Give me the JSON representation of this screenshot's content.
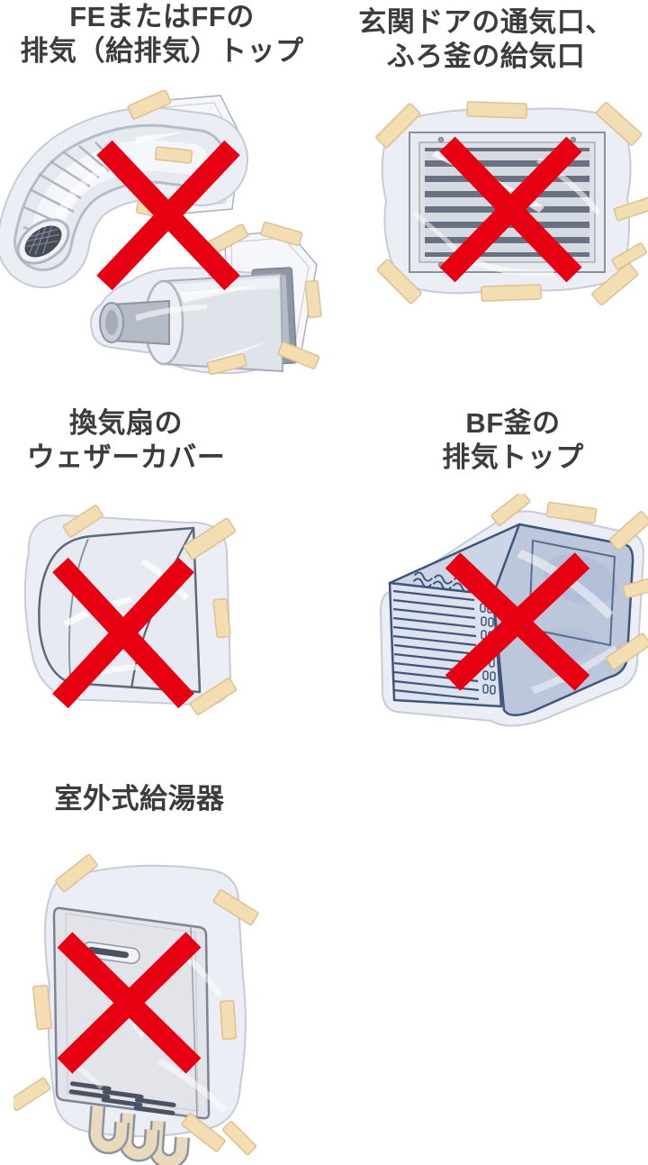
{
  "colors": {
    "background": "#ffffff",
    "title_text": "#3c3c3e",
    "x_red": "#e60012",
    "tape_fill": "#f3ddb3",
    "tape_stroke": "#dfc091",
    "plastic_fill": "#eceef5",
    "plastic_stroke": "#c6cbd8",
    "slat_light": "#d6dae2",
    "slat_dark": "#6a7180",
    "blue_line": "#3f567a",
    "blue_plastic": "#bdc7dc",
    "pipe_cream": "#e9dabe",
    "vent_dark": "#4a5160",
    "mesh_dark": "#464b55"
  },
  "figures": [
    {
      "id": "fe-ff-exhaust-top",
      "title": "FEまたはFFの\n排気（給排気）トップ",
      "mark": "prohibited-x",
      "illustration": "exhaust-elbow-and-ff-top-wrapped-in-plastic"
    },
    {
      "id": "entrance-door-vent",
      "title": "玄関ドアの通気口、\nふろ釜の給気口",
      "mark": "prohibited-x",
      "illustration": "louvered-vent-wrapped-in-plastic"
    },
    {
      "id": "ventilation-fan-weather-cover",
      "title": "換気扇の\nウェザーカバー",
      "mark": "prohibited-x",
      "illustration": "weather-cover-wrapped-in-plastic"
    },
    {
      "id": "bf-exhaust-top",
      "title": "BF釜の\n排気トップ",
      "mark": "prohibited-x",
      "illustration": "bf-exhaust-unit-wrapped-in-plastic"
    },
    {
      "id": "outdoor-water-heater",
      "title": "室外式給湯器",
      "mark": "prohibited-x",
      "illustration": "outdoor-water-heater-wrapped-in-plastic"
    }
  ]
}
